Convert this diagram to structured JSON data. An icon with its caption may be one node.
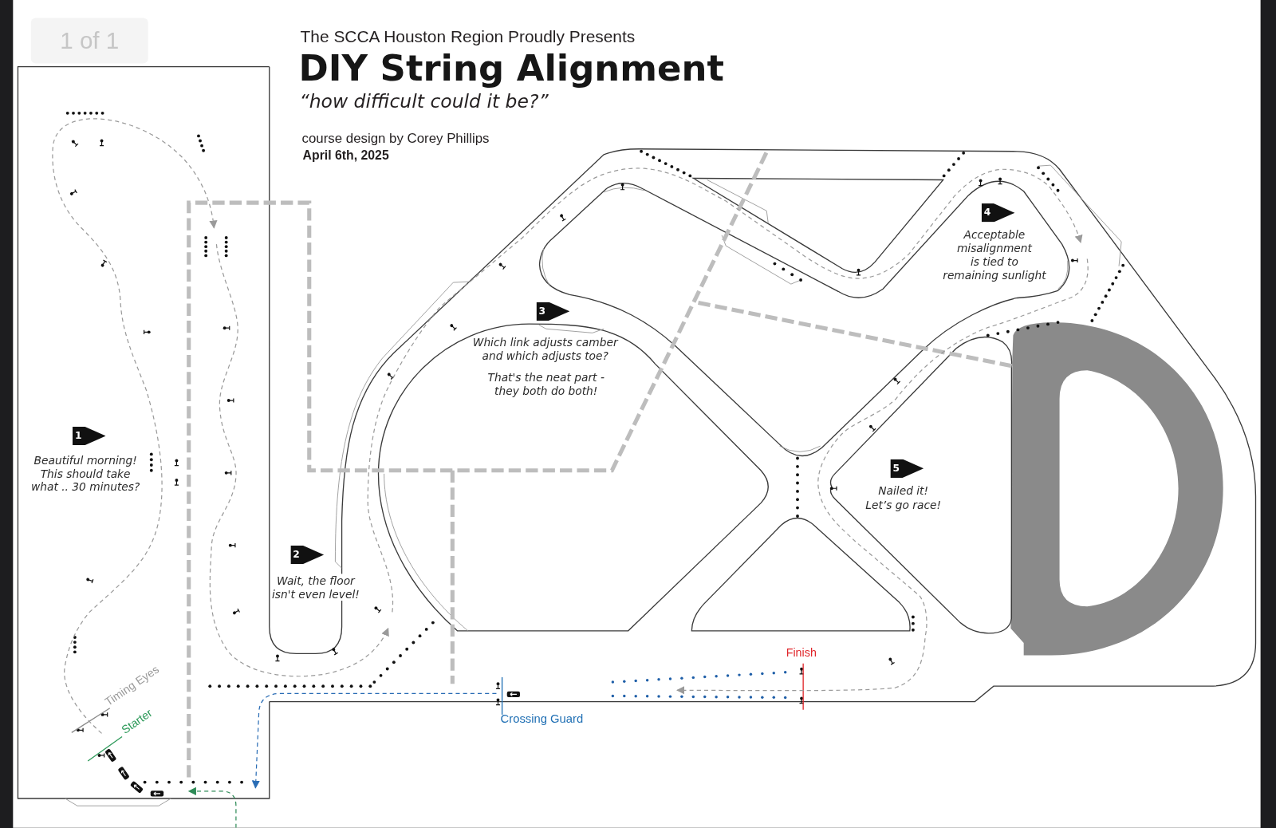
{
  "diagram": {
    "title": "DIY String Alignment",
    "nodes": [
      {
        "text": [
          "1"
        ],
        "beside": [
          "Beautiful morning! This should take what .. 30 minutes?"
        ]
      },
      {
        "text": [
          "2"
        ],
        "beside": [
          "Wait, the floor isn't even level!"
        ]
      },
      {
        "text": [
          "3"
        ],
        "beside": [
          "Which link adjusts camber and which adjusts toe?",
          "That's the neat part - they both do both!"
        ]
      },
      {
        "text": [
          "4"
        ],
        "beside": [
          "Acceptable misalignment is tied to remaining sunlight"
        ]
      },
      {
        "text": [
          "5"
        ],
        "beside": [
          "Nailed it! Let’s go race!"
        ]
      }
    ],
    "labels": [
      "1 of 1",
      "The SCCA Houston Region Proudly Presents",
      "“how difficult could it be?”",
      "course design by Corey Phillips",
      "April 6th, 2025",
      "Finish",
      "Timing Eyes",
      "Starter",
      "Crossing Guard"
    ]
  }
}
